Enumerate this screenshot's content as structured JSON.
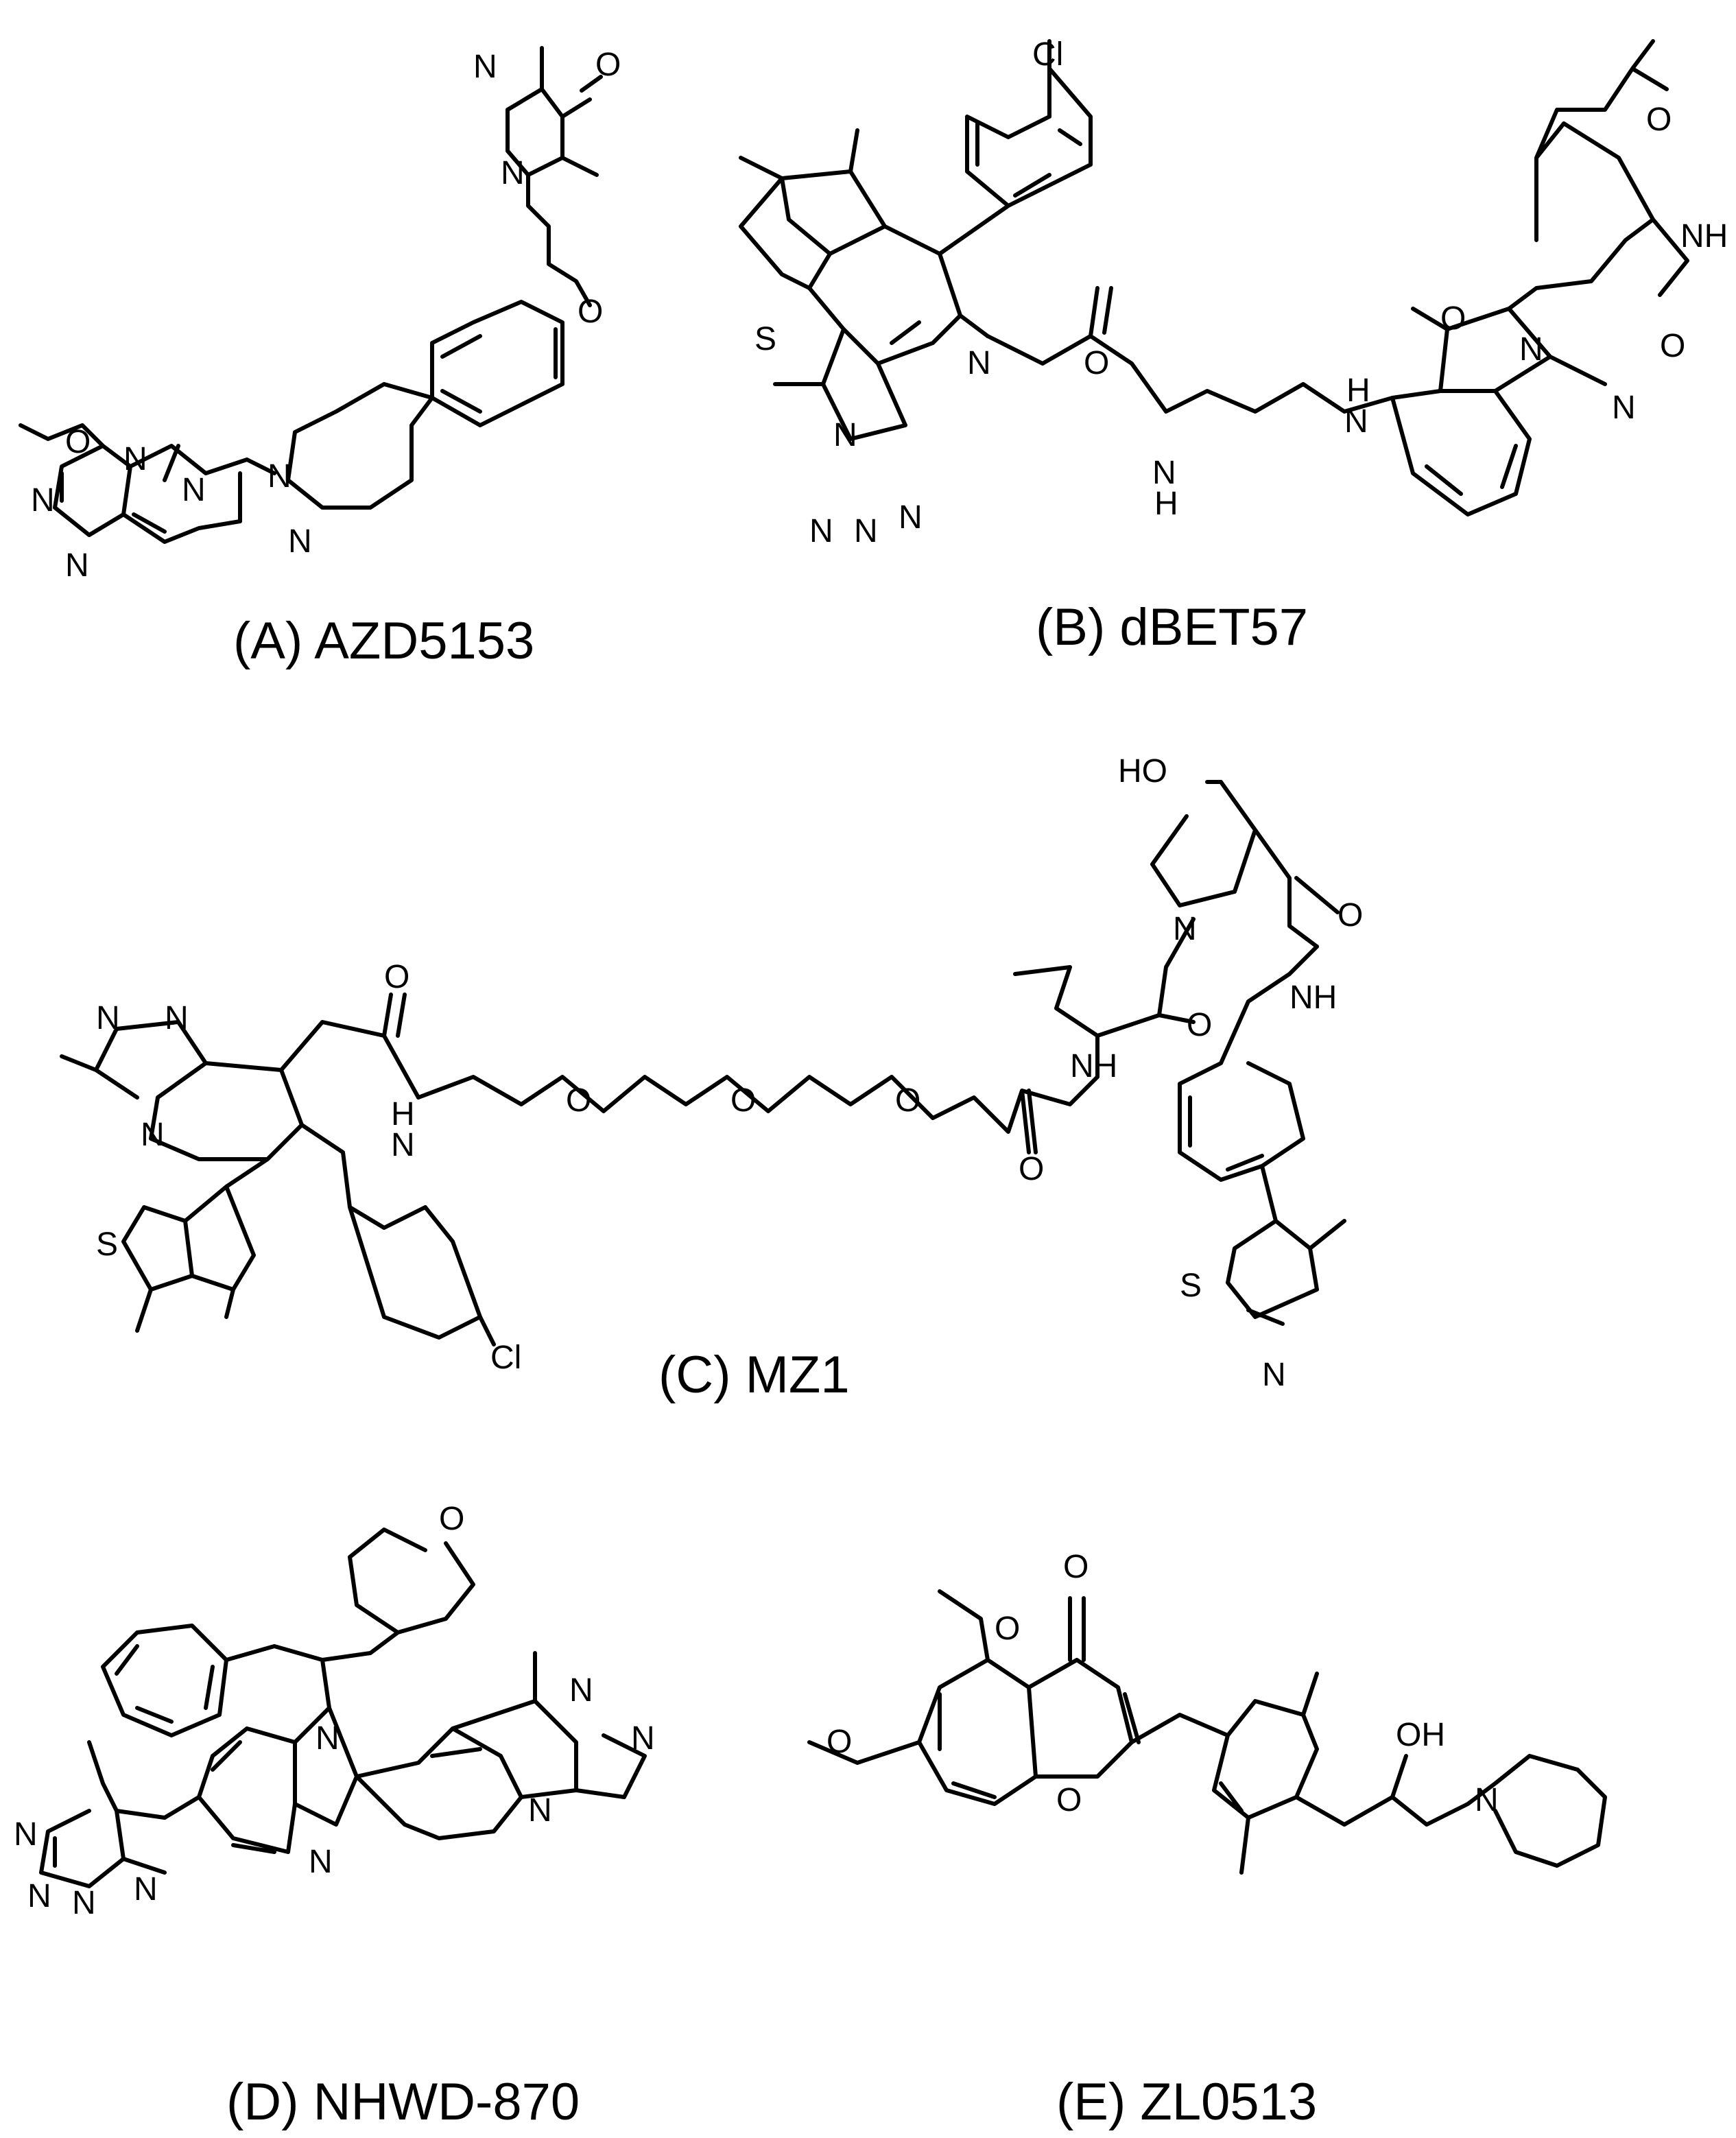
{
  "figure": {
    "panels": [
      {
        "id": "A",
        "caption": "(A) AZD5153",
        "atom_labels": [
          "N",
          "O",
          "O",
          "N",
          "O",
          "N",
          "N",
          "N",
          "N",
          "N",
          "N"
        ]
      },
      {
        "id": "B",
        "caption": "(B) dBET57",
        "atom_labels": [
          "Cl",
          "O",
          "NH",
          "S",
          "O",
          "N",
          "O",
          "N",
          "O",
          "N",
          "H",
          "N",
          "N",
          "N",
          "H",
          "N",
          "N",
          "N"
        ]
      },
      {
        "id": "C",
        "caption": "(C) MZ1",
        "atom_labels": [
          "HO",
          "O",
          "N",
          "O",
          "NH",
          "O",
          "N",
          "N",
          "H",
          "N",
          "N",
          "O",
          "O",
          "O",
          "NH",
          "O",
          "S",
          "Cl",
          "S",
          "N"
        ]
      },
      {
        "id": "D",
        "caption": "(D) NHWD-870",
        "atom_labels": [
          "O",
          "N",
          "N",
          "N",
          "N",
          "N",
          "N",
          "N",
          "N",
          "N"
        ]
      },
      {
        "id": "E",
        "caption": "(E) ZL0513",
        "atom_labels": [
          "O",
          "O",
          "OH",
          "O",
          "O",
          "N"
        ]
      }
    ]
  }
}
